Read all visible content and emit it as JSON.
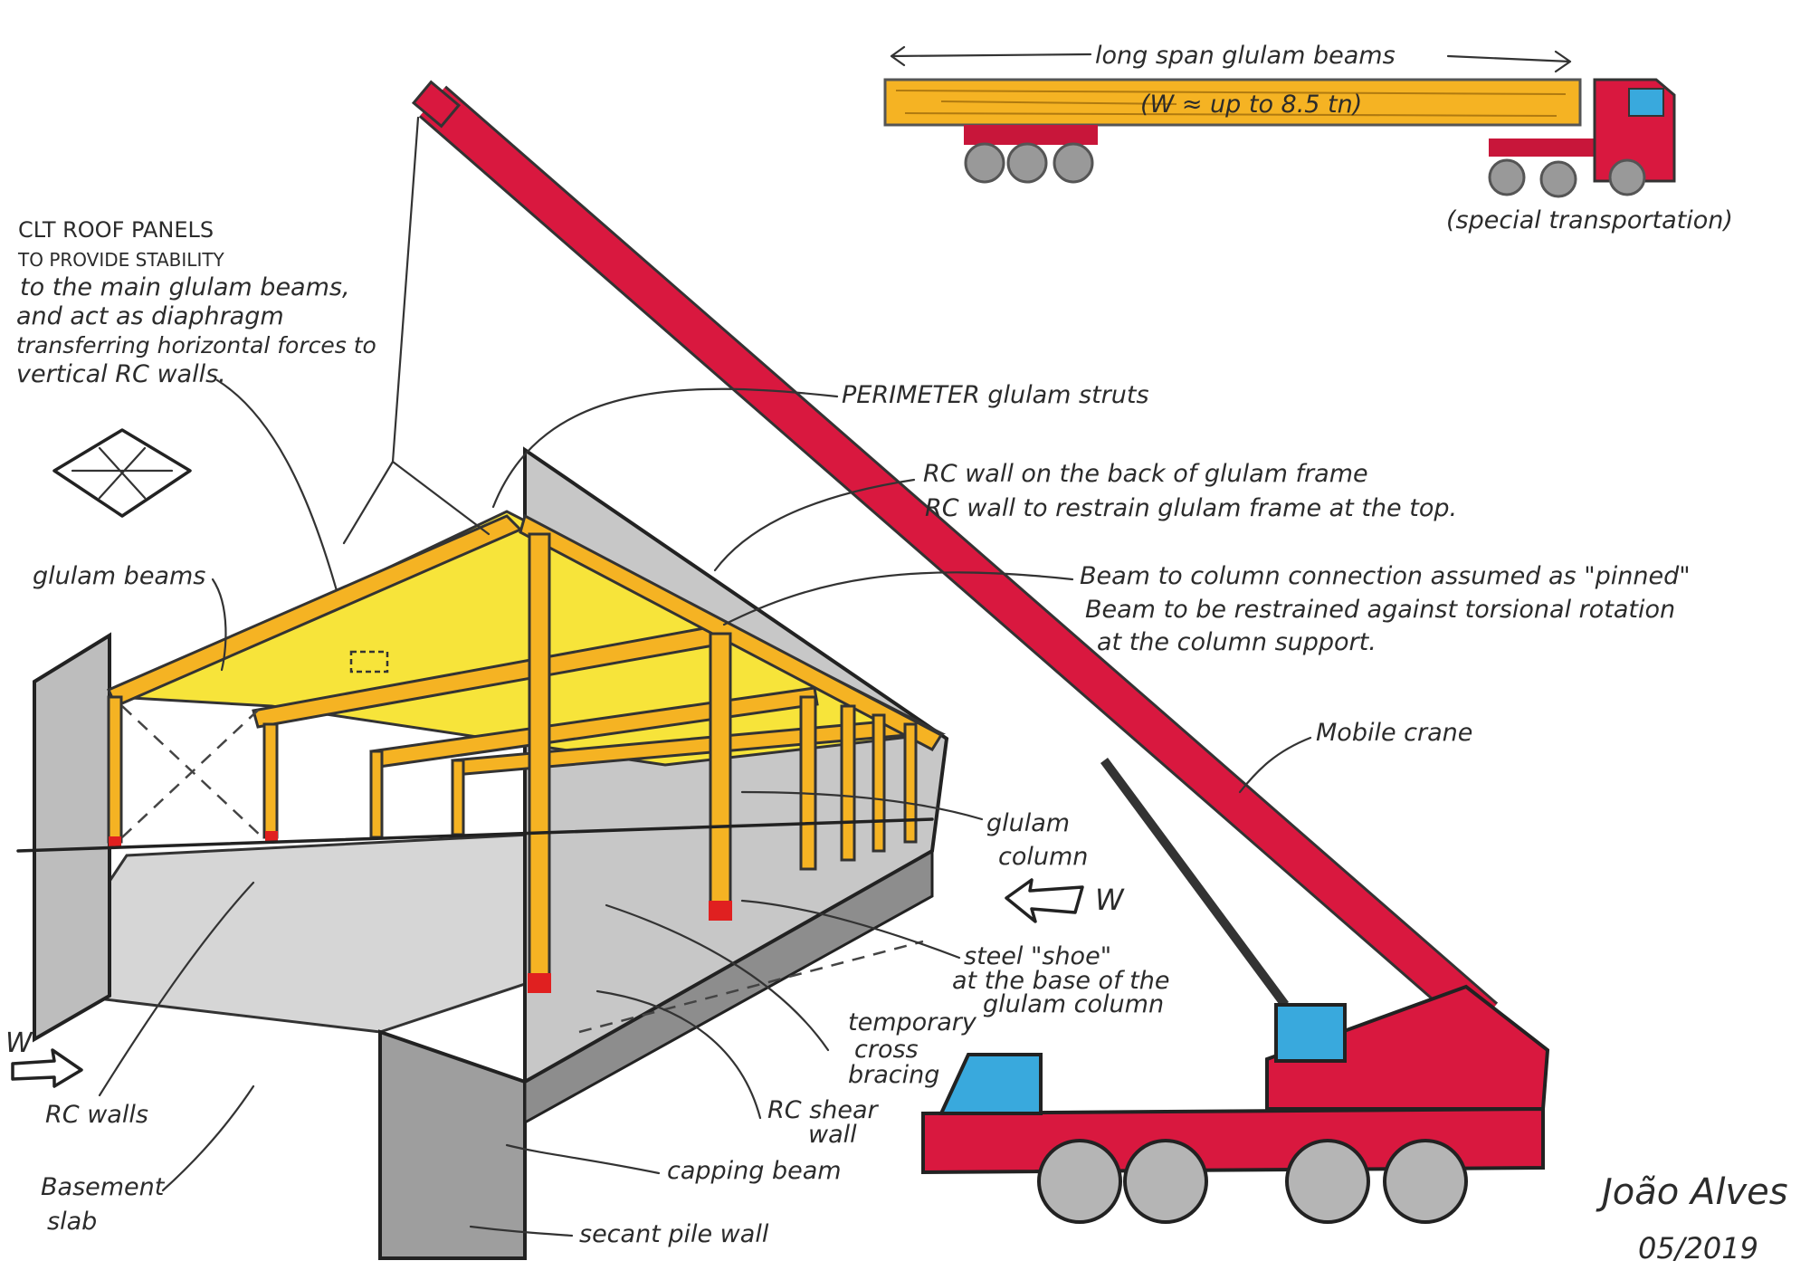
{
  "colors": {
    "glulam": "#f5b323",
    "clt_roof": "#f7e43a",
    "crane_red": "#d9183f",
    "concrete_gray": "#b8b8b8",
    "glass_blue": "#39a9dd",
    "ink": "#222222"
  },
  "transport": {
    "span_label": "long span glulam beams",
    "weight_label": "(W ≈ up to 8.5 tn)",
    "caption": "(special transportation)"
  },
  "notes": {
    "clt": [
      "CLT ROOF PANELS",
      "TO PROVIDE STABILITY",
      "to the main glulam beams,",
      "and act as diaphragm",
      "transferring horizontal forces to",
      "vertical RC walls."
    ],
    "perimeter_struts": "PERIMETER glulam struts",
    "rc_wall_back": [
      "RC wall on the back of glulam frame",
      "RC wall to restrain glulam frame at the top."
    ],
    "beam_connection": [
      "Beam to column connection assumed as \"pinned\"",
      "Beam to be restrained against torsional rotation",
      "at the column support."
    ],
    "mobile_crane": "Mobile crane",
    "glulam_beams": "glulam beams",
    "glulam_column": [
      "glulam",
      "column"
    ],
    "wind_right": "W",
    "steel_shoe": [
      "steel \"shoe\"",
      "at the base of the",
      "glulam column"
    ],
    "temporary_bracing": [
      "temporary",
      "cross",
      "bracing"
    ],
    "rc_shear_wall": [
      "RC shear",
      "wall"
    ],
    "capping_beam": "capping beam",
    "secant_pile_wall": "secant pile wall",
    "rc_walls": "RC walls",
    "basement_slab": [
      "Basement",
      "slab"
    ],
    "wind_left": "W"
  },
  "signature": {
    "name": "João Alves",
    "date": "05/2019"
  }
}
